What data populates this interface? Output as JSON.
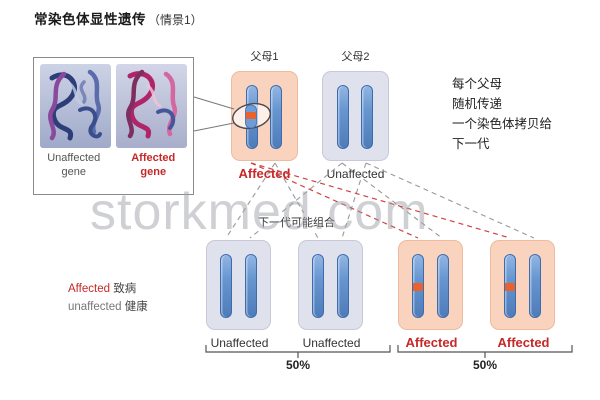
{
  "colors": {
    "affected_text": "#c62828",
    "affected_card_bg": "#f9d3bd",
    "affected_card_border": "#edbb9d",
    "unaffected_card_bg": "#dfe1ec",
    "unaffected_card_border": "#c7c9d8",
    "chromosome_fill": "#6695cf",
    "chromosome_border": "#3e6bae",
    "mutation_orange": "#e8622d",
    "dashed_gray": "#999999",
    "dashed_red": "#d24040",
    "watermark_gray": "#9fa3a8"
  },
  "header": {
    "title": "常染色体显性遗传",
    "subtitle": "（情景1）"
  },
  "gene_box": {
    "unaffected_lines": [
      "Unaffected",
      "gene"
    ],
    "affected_lines": [
      "Affected",
      "gene"
    ]
  },
  "parents": [
    {
      "name": "父母1",
      "status": "Affected"
    },
    {
      "name": "父母2",
      "status": "Unaffected"
    }
  ],
  "side_note": {
    "lines": [
      "每个父母",
      "随机传递",
      "一个染色体拷贝给",
      "下一代"
    ]
  },
  "next_gen_label": "下一代可能组合",
  "children": [
    {
      "status": "Unaffected"
    },
    {
      "status": "Unaffected"
    },
    {
      "status": "Affected"
    },
    {
      "status": "Affected"
    }
  ],
  "legend": {
    "affected_en": "Affected",
    "affected_cn": "致病",
    "unaffected_en": "unaffected",
    "unaffected_cn": "健康"
  },
  "brackets": {
    "left_percent": "50%",
    "right_percent": "50%"
  },
  "watermark": "storkmed.com"
}
